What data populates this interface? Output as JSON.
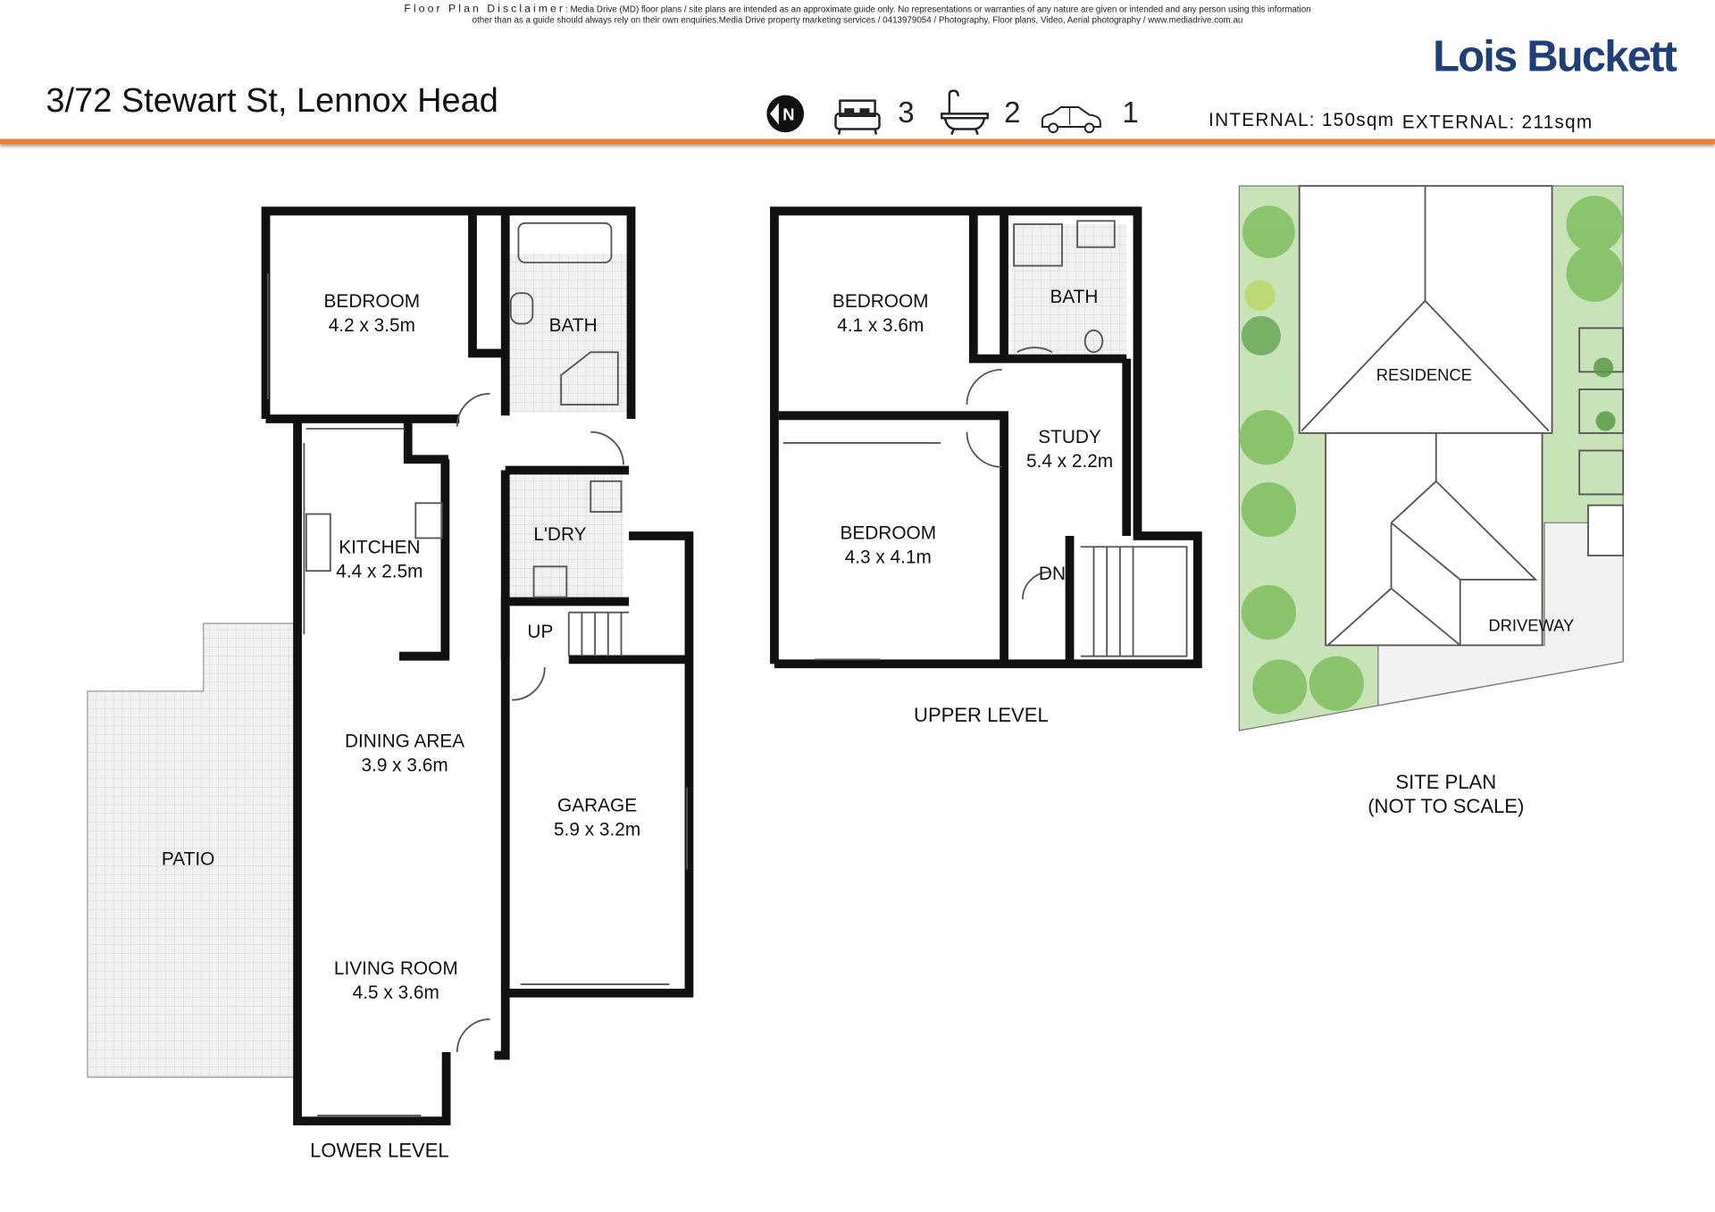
{
  "disclaimer": {
    "heading": "Floor Plan Disclaimer",
    "line1": ": Media Drive (MD) floor plans / site plans are intended as an approximate guide only.  No representations or warranties of any nature are given or intended and any person using this information",
    "line2": "other than as a guide should always rely on their own enquiries.Media Drive property marketing services / 0413979054 / Photography, Floor plans,  Video, Aerial photography / www.mediadrive.com.au"
  },
  "header": {
    "address": "3/72 Stewart St, Lennox Head",
    "logo": "Lois Buckett",
    "compass": "N",
    "bedrooms": "3",
    "bathrooms": "2",
    "car_spaces": "1",
    "internal_label": "INTERNAL:",
    "internal_value": "150sqm",
    "external_label": "EXTERNAL:",
    "external_value": "211sqm",
    "accent": "#e8842e",
    "brand": "#1f3f7a"
  },
  "lower": {
    "level": "LOWER LEVEL",
    "rooms": [
      {
        "name": "BEDROOM",
        "size": "4.2 x 3.5m"
      },
      {
        "name": "BATH",
        "size": ""
      },
      {
        "name": "KITCHEN",
        "size": "4.4 x 2.5m"
      },
      {
        "name": "L'DRY",
        "size": ""
      },
      {
        "name": "DINING AREA",
        "size": "3.9 x 3.6m"
      },
      {
        "name": "GARAGE",
        "size": "5.9 x 3.2m"
      },
      {
        "name": "PATIO",
        "size": ""
      },
      {
        "name": "LIVING ROOM",
        "size": "4.5 x 3.6m"
      }
    ],
    "up": "UP"
  },
  "upper": {
    "level": "UPPER LEVEL",
    "rooms": [
      {
        "name": "BEDROOM",
        "size": "4.1 x 3.6m"
      },
      {
        "name": "BATH",
        "size": ""
      },
      {
        "name": "STUDY",
        "size": "5.4 x 2.2m"
      },
      {
        "name": "BEDROOM",
        "size": "4.3 x 4.1m"
      }
    ],
    "dn": "DN"
  },
  "site": {
    "title": "SITE PLAN",
    "subtitle": "(NOT TO SCALE)",
    "residence": "RESIDENCE",
    "driveway": "DRIVEWAY"
  }
}
